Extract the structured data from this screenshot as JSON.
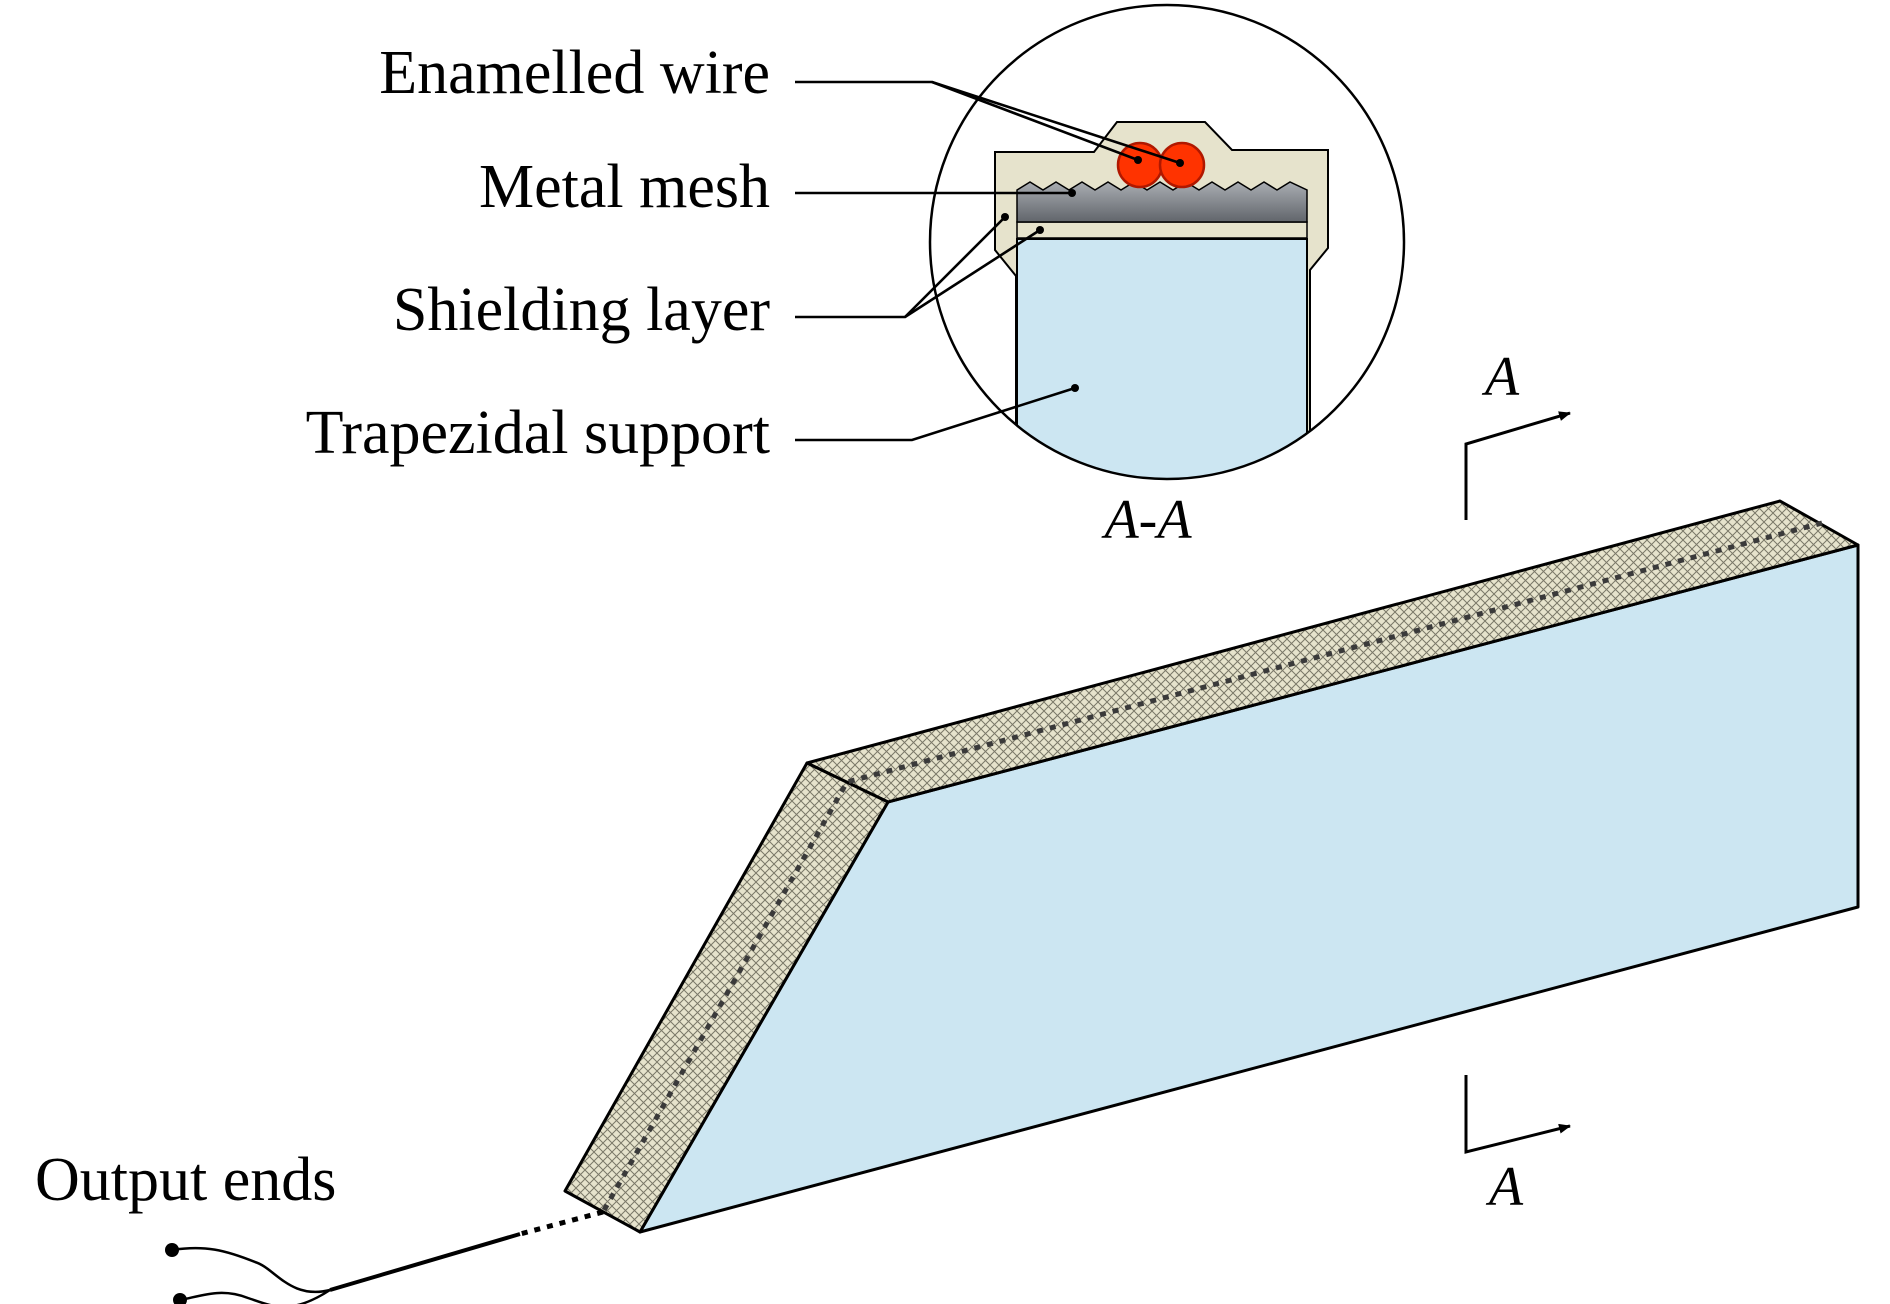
{
  "labels": {
    "enamelled_wire": "Enamelled wire",
    "metal_mesh": "Metal mesh",
    "shielding_layer": "Shielding layer",
    "trapezidal_support": "Trapezidal support",
    "output_ends": "Output ends"
  },
  "section": {
    "view_label": "A-A",
    "marker_top": "A",
    "marker_bottom": "A"
  },
  "colors": {
    "support_fill": "#cce6f2",
    "shield_fill": "#e6e3cc",
    "mesh_fill": "#7d8288",
    "wire_fill": "#ff3300",
    "wire_stroke": "#b01800"
  }
}
